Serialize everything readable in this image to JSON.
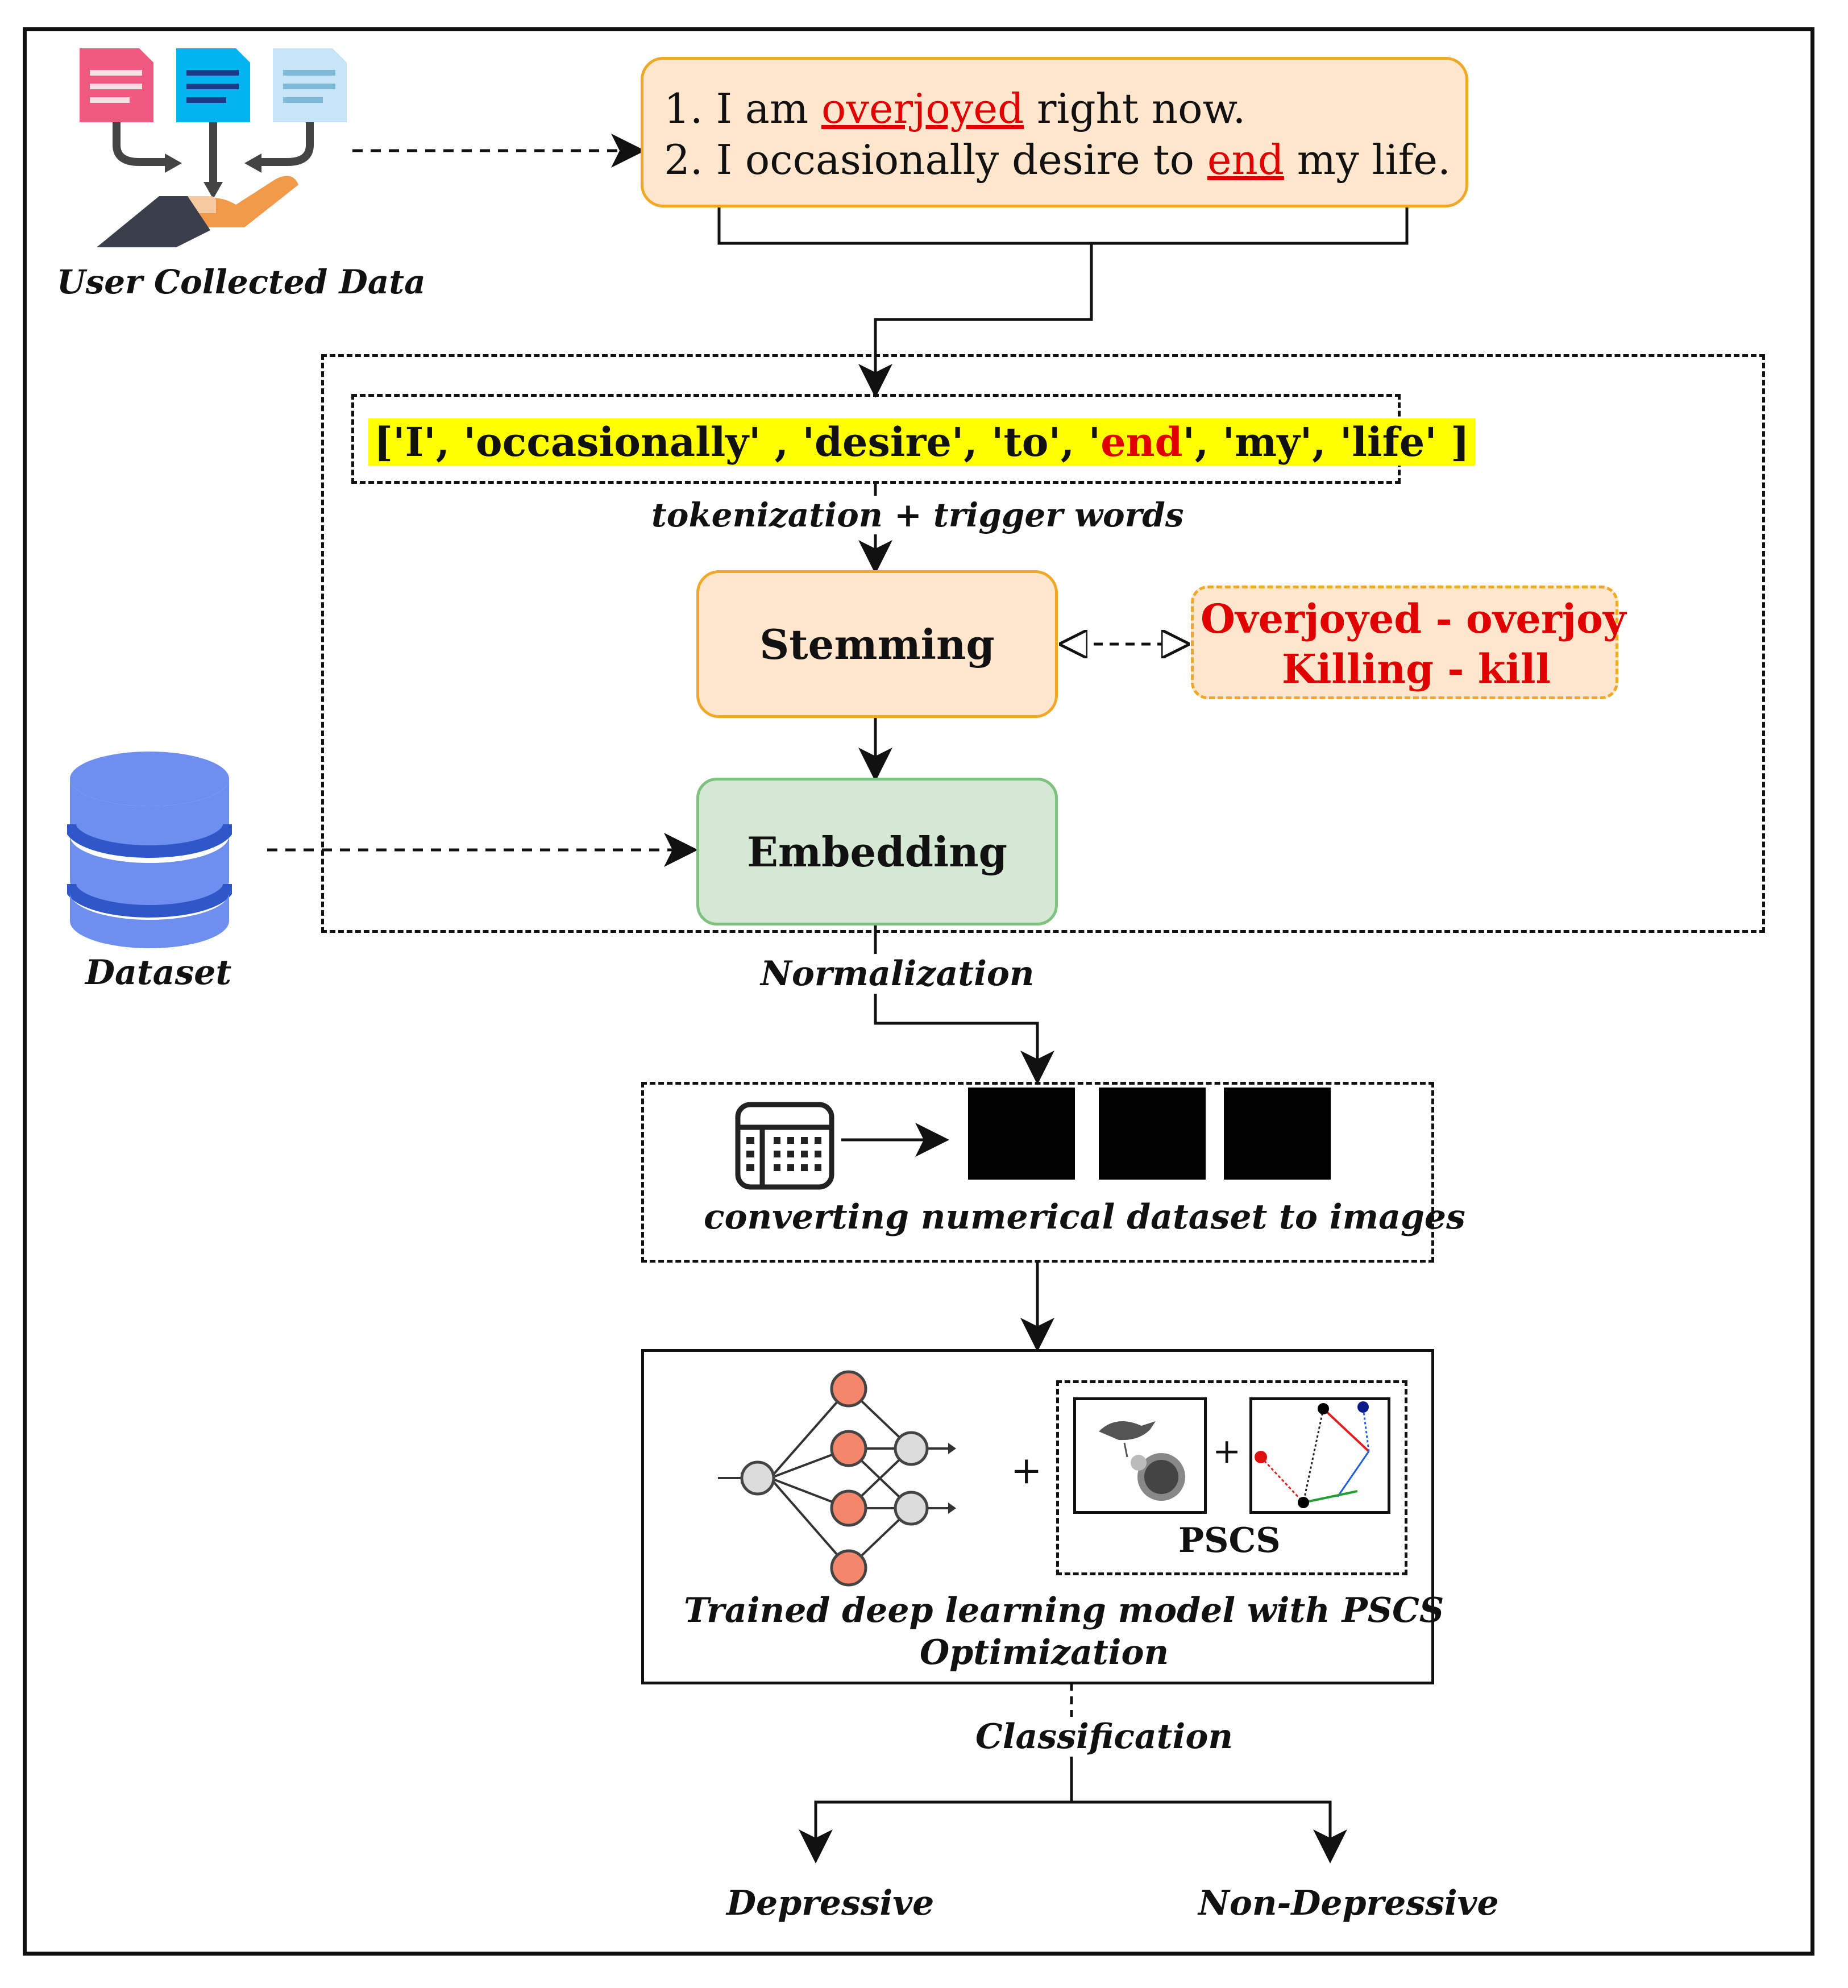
{
  "user_data": {
    "label": "User Collected Data"
  },
  "sentences": {
    "s1_prefix": "1. I am ",
    "s1_trigger": "overjoyed",
    "s1_suffix": " right now.",
    "s2_prefix": "2. I occasionally desire to ",
    "s2_trigger": "end",
    "s2_suffix": " my life."
  },
  "tokens": {
    "prefix": "['I', 'occasionally' , 'desire', 'to', '",
    "trigger": "end",
    "suffix": "', 'my', 'life' ]"
  },
  "labels": {
    "tokenization": "tokenization + trigger words",
    "normalization": "Normalization",
    "converting": "converting numerical dataset to images",
    "trained": "Trained deep learning model with PSCS",
    "trained_line2": "Optimization",
    "classification": "Classification",
    "dataset": "Dataset"
  },
  "nodes": {
    "stemming": "Stemming",
    "embedding": "Embedding",
    "stem_example_1": "Overjoyed - overjoy",
    "stem_example_2": "Killing - kill",
    "pscs": "PSCS",
    "plus": "+",
    "plus2": "+"
  },
  "outputs": {
    "depressive": "Depressive",
    "non_depressive": "Non-Depressive"
  },
  "colors": {
    "orange_fill": "#ffe6cc",
    "orange_border": "#f0a828",
    "green_fill": "#d5e8d4",
    "green_border": "#7fc27f",
    "trigger_red": "#e00000",
    "highlight_yellow": "#ffff00",
    "neuron_orange": "#f4876b",
    "neuron_gray": "#dcdcdc",
    "db_blue": "#6f8ff0"
  },
  "icons": [
    "documents-icon",
    "hand-icon",
    "database-icon",
    "table-icon",
    "neural-network-icon",
    "bird-icon",
    "graph-icon"
  ]
}
